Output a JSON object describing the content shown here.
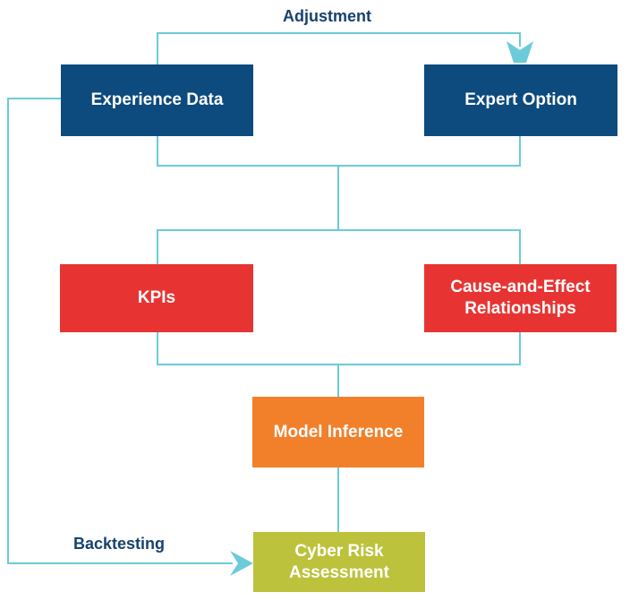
{
  "colors": {
    "connector": "#6bcbd9",
    "navy": "#0d4a7d",
    "red": "#e73433",
    "orange": "#f27f2a",
    "olive": "#bcc23b",
    "label_text": "#17416f"
  },
  "labels": {
    "adjustment": "Adjustment",
    "backtesting": "Backtesting"
  },
  "nodes": {
    "experience_data": "Experience Data",
    "expert_option": "Expert Option",
    "kpis": "KPIs",
    "cause_effect_line1": "Cause-and-Effect",
    "cause_effect_line2": "Relationships",
    "model_inference": "Model Inference",
    "cyber_risk_line1": "Cyber Risk",
    "cyber_risk_line2": "Assessment"
  },
  "edges": [
    {
      "from": "Experience Data",
      "to": "Expert Option",
      "label": "Adjustment"
    },
    {
      "from": "Experience Data",
      "to": "KPIs"
    },
    {
      "from": "Experience Data",
      "to": "Cause-and-Effect Relationships"
    },
    {
      "from": "Expert Option",
      "to": "KPIs"
    },
    {
      "from": "Expert Option",
      "to": "Cause-and-Effect Relationships"
    },
    {
      "from": "KPIs",
      "to": "Model Inference"
    },
    {
      "from": "Cause-and-Effect Relationships",
      "to": "Model Inference"
    },
    {
      "from": "Model Inference",
      "to": "Cyber Risk Assessment"
    },
    {
      "from": "Experience Data",
      "to": "Cyber Risk Assessment",
      "label": "Backtesting"
    }
  ]
}
